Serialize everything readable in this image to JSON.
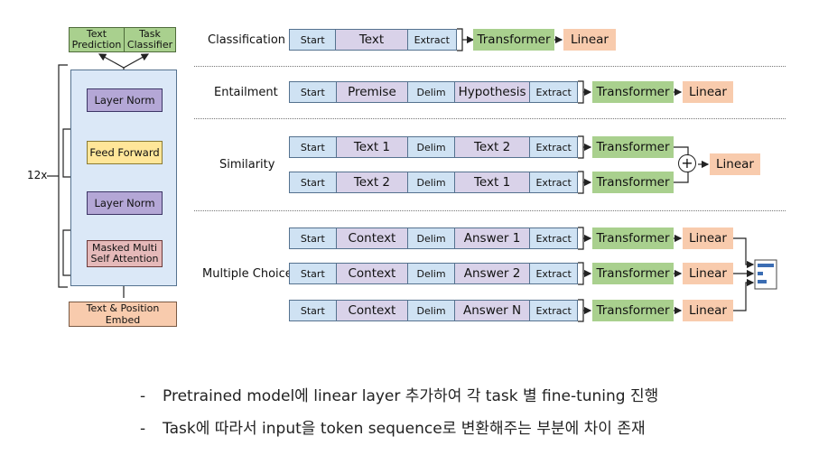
{
  "architecture": {
    "outputs": {
      "text_prediction": "Text\nPrediction",
      "task_classifier": "Task\nClassifier"
    },
    "repeat_label": "12x",
    "layer_norm_top": "Layer Norm",
    "feed_forward": "Feed Forward",
    "layer_norm_bottom": "Layer Norm",
    "masked_attention": "Masked Multi\nSelf Attention",
    "embed": "Text & Position Embed"
  },
  "tasks": {
    "classification": {
      "label": "Classification",
      "sequence": [
        "Start",
        "Text",
        "Extract"
      ],
      "transformer": "Transformer",
      "linear": "Linear"
    },
    "entailment": {
      "label": "Entailment",
      "sequence": [
        "Start",
        "Premise",
        "Delim",
        "Hypothesis",
        "Extract"
      ],
      "transformer": "Transformer",
      "linear": "Linear"
    },
    "similarity": {
      "label": "Similarity",
      "sequences": [
        [
          "Start",
          "Text 1",
          "Delim",
          "Text 2",
          "Extract"
        ],
        [
          "Start",
          "Text 2",
          "Delim",
          "Text 1",
          "Extract"
        ]
      ],
      "transformer": "Transformer",
      "linear": "Linear",
      "plus": "+"
    },
    "multiple_choice": {
      "label": "Multiple Choice",
      "sequences": [
        [
          "Start",
          "Context",
          "Delim",
          "Answer 1",
          "Extract"
        ],
        [
          "Start",
          "Context",
          "Delim",
          "Answer 2",
          "Extract"
        ],
        [
          "Start",
          "Context",
          "Delim",
          "Answer N",
          "Extract"
        ]
      ],
      "transformer": "Transformer",
      "linear": "Linear"
    }
  },
  "bullets": [
    "Pretrained model에 linear layer 추가하여 각 task 별 fine-tuning 진행",
    "Task에 따라서 input을 token sequence로 변환해주는 부분에 차이 존재"
  ],
  "bullet_mark": "-"
}
